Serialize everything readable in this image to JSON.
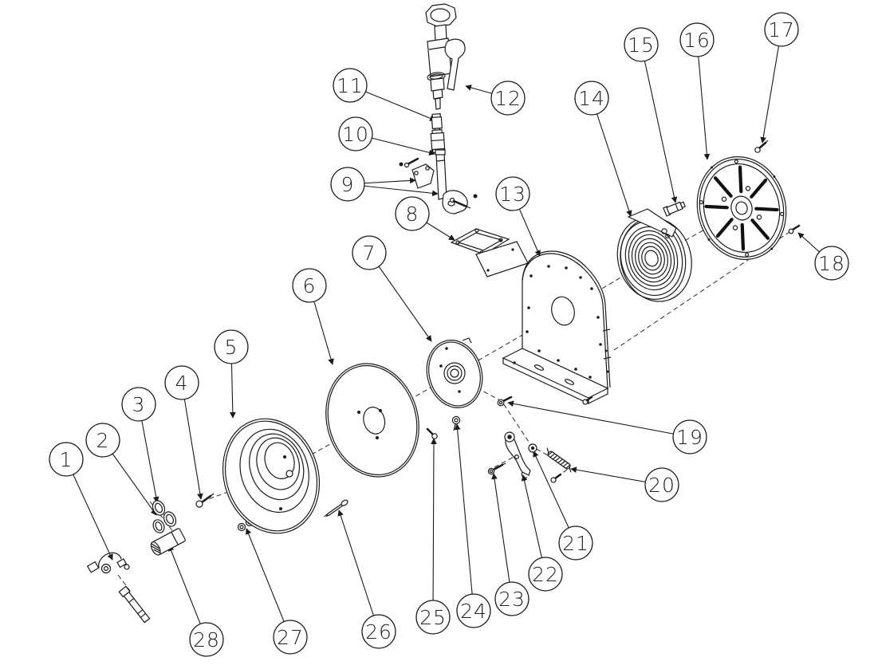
{
  "diagram": {
    "kind": "exploded-assembly-drawing",
    "background_color": "#ffffff",
    "line_color": "#1a1a1a",
    "callout_count": "28"
  },
  "callouts": [
    {
      "label": "1"
    },
    {
      "label": "2"
    },
    {
      "label": "3"
    },
    {
      "label": "4"
    },
    {
      "label": "5"
    },
    {
      "label": "6"
    },
    {
      "label": "7"
    },
    {
      "label": "8"
    },
    {
      "label": "9"
    },
    {
      "label": "10"
    },
    {
      "label": "11"
    },
    {
      "label": "12"
    },
    {
      "label": "13"
    },
    {
      "label": "14"
    },
    {
      "label": "15"
    },
    {
      "label": "16"
    },
    {
      "label": "17"
    },
    {
      "label": "18"
    },
    {
      "label": "19"
    },
    {
      "label": "20"
    },
    {
      "label": "21"
    },
    {
      "label": "22"
    },
    {
      "label": "23"
    },
    {
      "label": "24"
    },
    {
      "label": "25"
    },
    {
      "label": "26"
    },
    {
      "label": "27"
    },
    {
      "label": "28"
    }
  ]
}
